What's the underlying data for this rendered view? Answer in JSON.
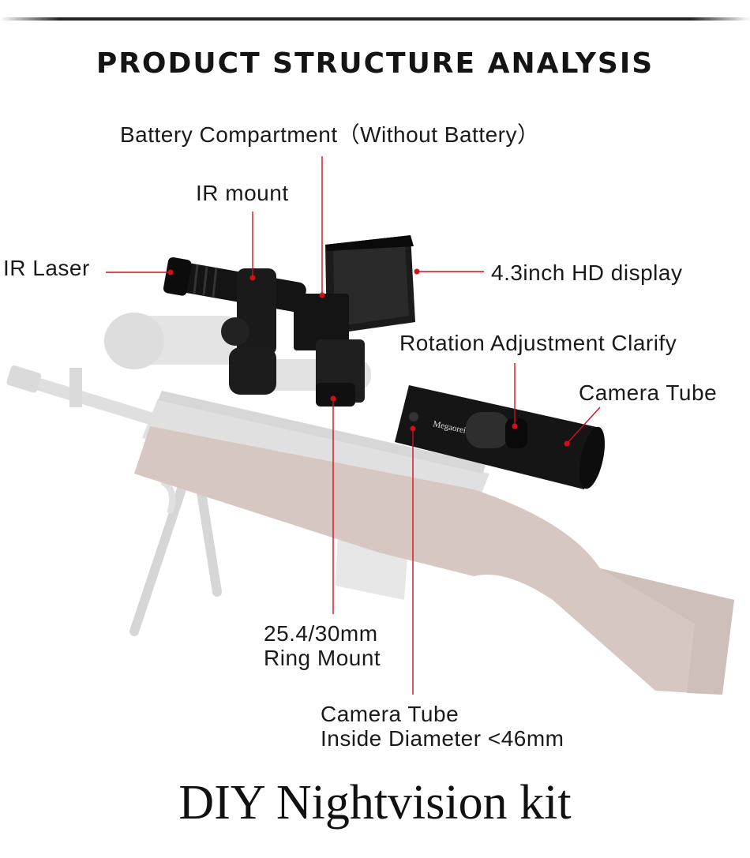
{
  "heading": "PRODUCT STRUCTURE ANALYSIS",
  "callouts": {
    "battery": "Battery Compartment（Without Battery）",
    "ir_mount": "IR mount",
    "ir_laser": "IR Laser",
    "display": "4.3inch HD display",
    "rotation": "Rotation Adjustment Clarify",
    "camera_tube": "Camera Tube",
    "ring_mount_1": "25.4/30mm",
    "ring_mount_2": "Ring Mount",
    "tube_diameter_1": "Camera Tube",
    "tube_diameter_2": "Inside Diameter <46mm"
  },
  "brand_text": "Megaorei",
  "footer": "DIY Nightvision kit",
  "colors": {
    "leader": "#d0101a",
    "device": "#141414",
    "rifle_wood": "#b79a92",
    "rifle_metal": "#bdbdbd"
  }
}
